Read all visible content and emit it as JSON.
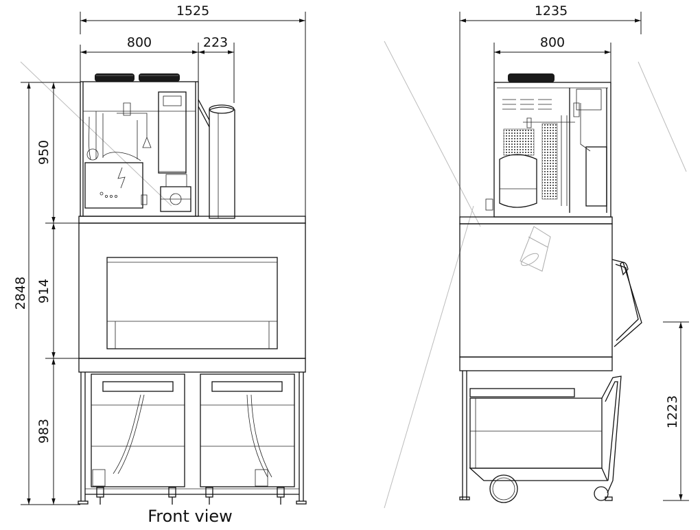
{
  "dimensions": {
    "front_total_width": "1525",
    "front_body_width": "800",
    "front_chute_width": "223",
    "side_total_width": "1235",
    "side_body_width": "800",
    "total_height": "2848",
    "machine_height": "950",
    "bin_height": "914",
    "cart_height": "983",
    "cart_overall_height": "1223"
  },
  "labels": {
    "front_view": "Front view"
  },
  "colors": {
    "line": "#111111",
    "background": "#ffffff"
  }
}
